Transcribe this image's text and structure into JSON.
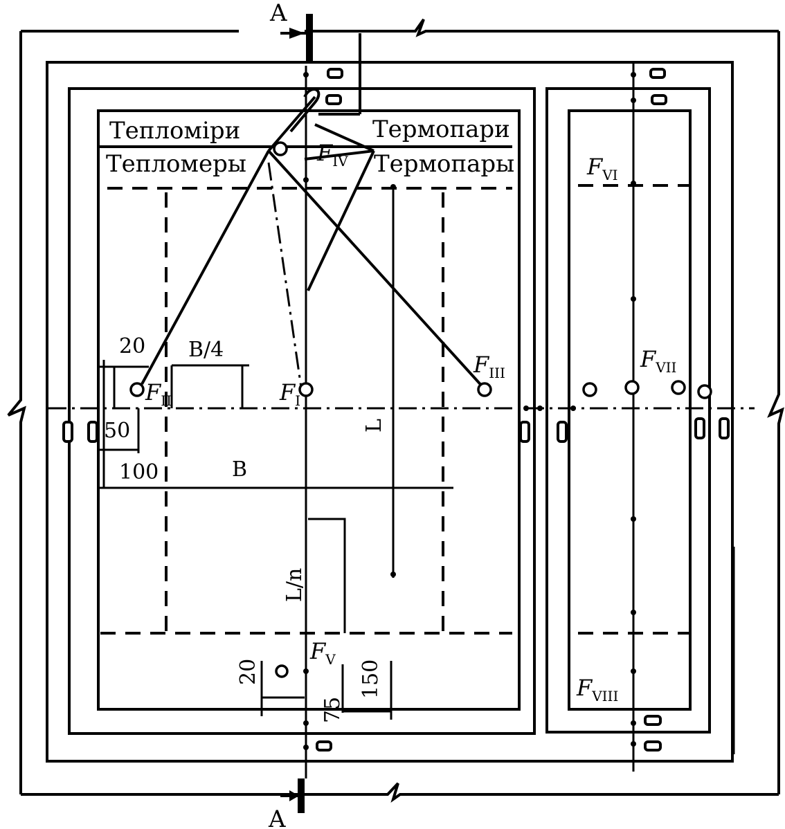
{
  "section_marker": "A",
  "labels": {
    "heat_meters_ua": "Тепломіри",
    "heat_meters_ru": "Тепломеры",
    "thermocouples_ua": "Термопари",
    "thermocouples_ru": "Термопары"
  },
  "dimensions": {
    "d20_top": "20",
    "b_quarter": "B/4",
    "d50": "50",
    "d100": "100",
    "b": "B",
    "l": "L",
    "l_over_n": "L/n",
    "d20_bottom": "20",
    "d75": "75",
    "d150": "150"
  },
  "sensors": {
    "f1": {
      "main": "F",
      "sub": "I"
    },
    "f2": {
      "main": "F",
      "sub": "II"
    },
    "f3": {
      "main": "F",
      "sub": "III"
    },
    "f4": {
      "main": "F",
      "sub": "IV"
    },
    "f5": {
      "main": "F",
      "sub": "V"
    },
    "f6": {
      "main": "F",
      "sub": "VI"
    },
    "f7": {
      "main": "F",
      "sub": "VII"
    },
    "f8": {
      "main": "F",
      "sub": "VIII"
    }
  }
}
